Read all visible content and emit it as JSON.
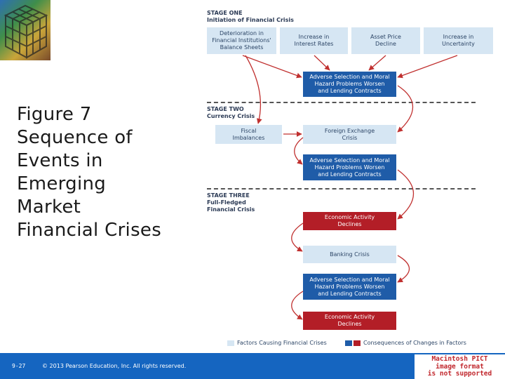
{
  "slide": {
    "title_lines": [
      "Figure 7",
      "Sequence of",
      "Events in",
      "Emerging",
      "Market",
      "Financial Crises"
    ]
  },
  "diagram": {
    "stage_one": {
      "title": "STAGE ONE",
      "subtitle": "Initiation of Financial Crisis"
    },
    "stage_two": {
      "title": "STAGE TWO",
      "subtitle": "Currency Crisis"
    },
    "stage_three": {
      "title": "STAGE THREE",
      "subtitle1": "Full-Fledged",
      "subtitle2": "Financial Crisis"
    },
    "boxes": {
      "deterioration": [
        "Deterioration in",
        "Financial Institutions'",
        "Balance Sheets"
      ],
      "interest_rates": [
        "Increase in",
        "Interest Rates"
      ],
      "asset_price": [
        "Asset Price",
        "Decline"
      ],
      "uncertainty": [
        "Increase in",
        "Uncertainty"
      ],
      "adverse_1": [
        "Adverse Selection and Moral",
        "Hazard Problems Worsen",
        "and Lending Contracts"
      ],
      "fiscal": [
        "Fiscal",
        "Imbalances"
      ],
      "fx_crisis": [
        "Foreign Exchange",
        "Crisis"
      ],
      "adverse_2": [
        "Adverse Selection and Moral",
        "Hazard Problems Worsen",
        "and Lending Contracts"
      ],
      "econ_decline_1": [
        "Economic Activity",
        "Declines"
      ],
      "banking": [
        "Banking Crisis"
      ],
      "adverse_3": [
        "Adverse Selection and Moral",
        "Hazard Problems Worsen",
        "and Lending Contracts"
      ],
      "econ_decline_2": [
        "Economic Activity",
        "Declines"
      ]
    },
    "legend": {
      "factors": "Factors Causing Financial Crises",
      "consequences": "Consequences of Changes in Factors"
    },
    "colors": {
      "light": "#d6e6f3",
      "blue": "#1f5ca8",
      "red": "#b31e27",
      "arrow": "#c0302f"
    }
  },
  "footer": {
    "page": "9-27",
    "copyright": "© 2013 Pearson Education, Inc. All rights reserved."
  },
  "placeholder": {
    "lines": [
      "Macintosh PICT",
      "image format",
      "is not supported"
    ]
  }
}
